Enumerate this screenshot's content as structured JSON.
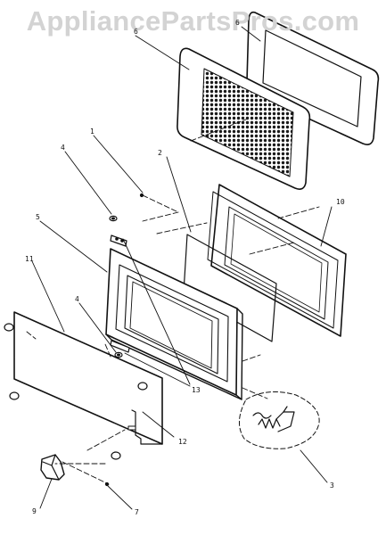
{
  "watermark": "AppliancePartsPros.com",
  "callouts": {
    "c1": "1",
    "c2": "2",
    "c3": "3",
    "c4a": "4",
    "c4b": "4",
    "c5": "5",
    "c6": "6",
    "c7": "7",
    "c9": "9",
    "c10": "10",
    "c11": "11",
    "c12": "12",
    "c13": "13"
  },
  "colors": {
    "line": "#111111",
    "watermark": "#d3d3d3",
    "background": "#ffffff"
  }
}
